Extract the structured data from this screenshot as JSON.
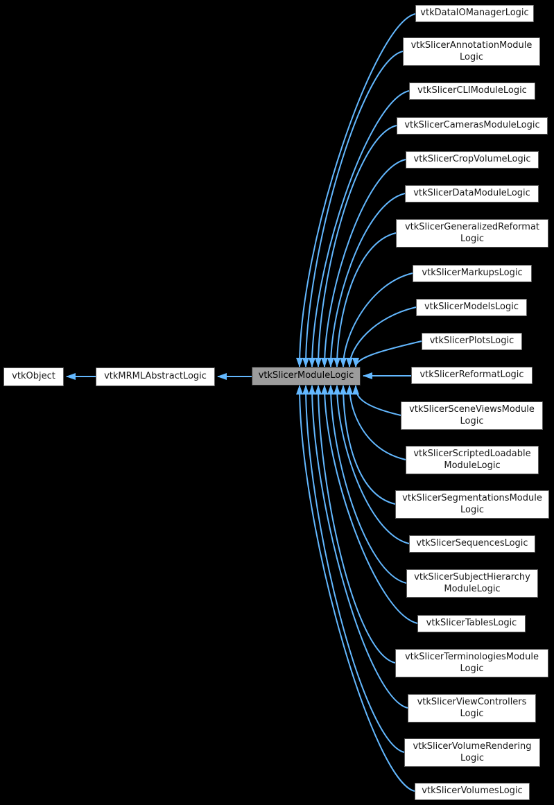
{
  "diagram_type": "inheritance-graph",
  "colors": {
    "background": "#000000",
    "edge_arrow": "#63b8ff",
    "node_fill": "#ffffff",
    "node_border": "#5e5e5e",
    "node_text": "#161616",
    "highlight_node_fill": "#9c9c9c",
    "highlight_node_border": "#2c2c2c",
    "highlight_node_text": "#000000"
  },
  "nodes": {
    "base_chain": [
      {
        "label": "vtkObject"
      },
      {
        "label": "vtkMRMLAbstractLogic"
      },
      {
        "label": "vtkSlicerModuleLogic",
        "highlighted": true
      }
    ],
    "derived": [
      {
        "label": "vtkDataIOManagerLogic"
      },
      {
        "label": "vtkSlicerAnnotationModule\nLogic"
      },
      {
        "label": "vtkSlicerCLIModuleLogic"
      },
      {
        "label": "vtkSlicerCamerasModuleLogic"
      },
      {
        "label": "vtkSlicerCropVolumeLogic"
      },
      {
        "label": "vtkSlicerDataModuleLogic"
      },
      {
        "label": "vtkSlicerGeneralizedReformat\nLogic"
      },
      {
        "label": "vtkSlicerMarkupsLogic"
      },
      {
        "label": "vtkSlicerModelsLogic"
      },
      {
        "label": "vtkSlicerPlotsLogic"
      },
      {
        "label": "vtkSlicerReformatLogic"
      },
      {
        "label": "vtkSlicerSceneViewsModule\nLogic"
      },
      {
        "label": "vtkSlicerScriptedLoadable\nModuleLogic"
      },
      {
        "label": "vtkSlicerSegmentationsModule\nLogic"
      },
      {
        "label": "vtkSlicerSequencesLogic"
      },
      {
        "label": "vtkSlicerSubjectHierarchy\nModuleLogic"
      },
      {
        "label": "vtkSlicerTablesLogic"
      },
      {
        "label": "vtkSlicerTerminologiesModule\nLogic"
      },
      {
        "label": "vtkSlicerViewControllers\nLogic"
      },
      {
        "label": "vtkSlicerVolumeRendering\nLogic"
      },
      {
        "label": "vtkSlicerVolumesLogic"
      }
    ]
  }
}
